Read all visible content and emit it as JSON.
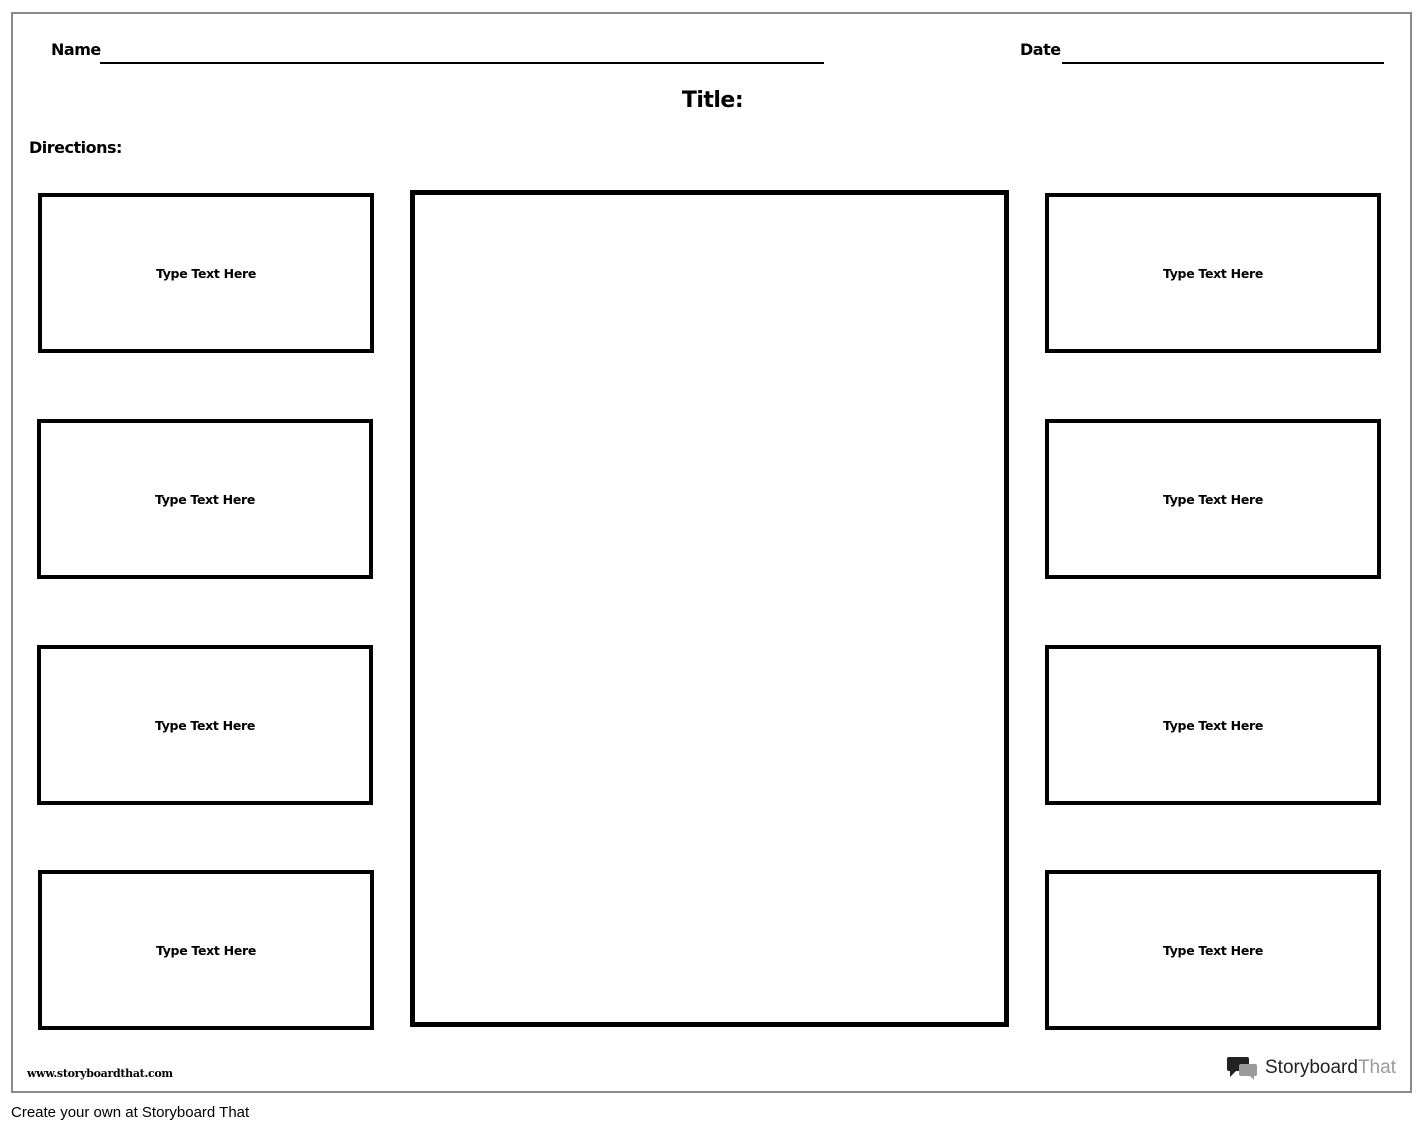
{
  "worksheet": {
    "name_label": "Name",
    "date_label": "Date",
    "title_label": "Title:",
    "directions_label": "Directions:"
  },
  "left_boxes": [
    {
      "text": "Type Text Here"
    },
    {
      "text": "Type Text Here"
    },
    {
      "text": "Type Text Here"
    },
    {
      "text": "Type Text Here"
    }
  ],
  "right_boxes": [
    {
      "text": "Type Text Here"
    },
    {
      "text": "Type Text Here"
    },
    {
      "text": "Type Text Here"
    },
    {
      "text": "Type Text Here"
    }
  ],
  "branding": {
    "website": "www.storyboardthat.com",
    "logo_word_dark": "Storyboard",
    "logo_word_light": "That",
    "footer": "Create your own at Storyboard That"
  },
  "colors": {
    "border": "#000000",
    "frame": "#8a8a8a",
    "logo_dark": "#222222",
    "logo_light": "#9a9a9a"
  },
  "icons": {
    "logo": "speech-bubbles-icon"
  }
}
